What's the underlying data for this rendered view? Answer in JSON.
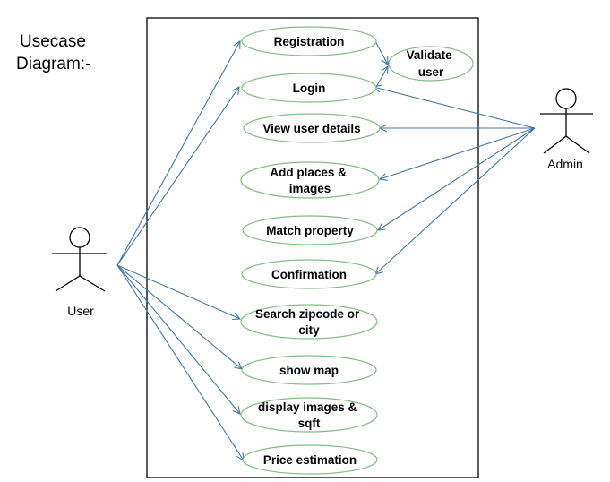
{
  "title_lines": [
    "Usecase",
    "Diagram:-"
  ],
  "actors": {
    "user": "User",
    "admin": "Admin"
  },
  "use_cases": {
    "registration": [
      "Registration"
    ],
    "validate_user": [
      "Validate",
      "user"
    ],
    "login": [
      "Login"
    ],
    "view_user_details": [
      "View user details"
    ],
    "add_places_images": [
      "Add places &",
      "images"
    ],
    "match_property": [
      "Match property"
    ],
    "confirmation": [
      "Confirmation"
    ],
    "search_zipcode_city": [
      "Search zipcode or",
      "city"
    ],
    "show_map": [
      "show map"
    ],
    "display_images_sqft": [
      "display images &",
      "sqft"
    ],
    "price_estimation": [
      "Price estimation"
    ]
  },
  "colors": {
    "association_line": "#3f76a8",
    "use_case_border": "#7fbf7f",
    "boundary": "#000000"
  }
}
